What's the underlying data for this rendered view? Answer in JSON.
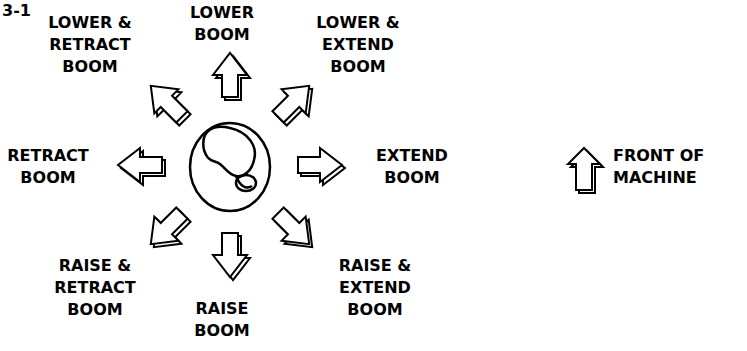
{
  "diagram": {
    "labels": [
      "3-1",
      "LOWER BOOM",
      "LOWER & RETRACT BOOM",
      "LOWER & EXTEND BOOM",
      "RETRACT BOOM",
      "EXTEND BOOM",
      "RAISE & RETRACT BOOM",
      "RAISE BOOM",
      "RAISE & EXTEND BOOM",
      "FRONT OF MACHINE"
    ]
  }
}
